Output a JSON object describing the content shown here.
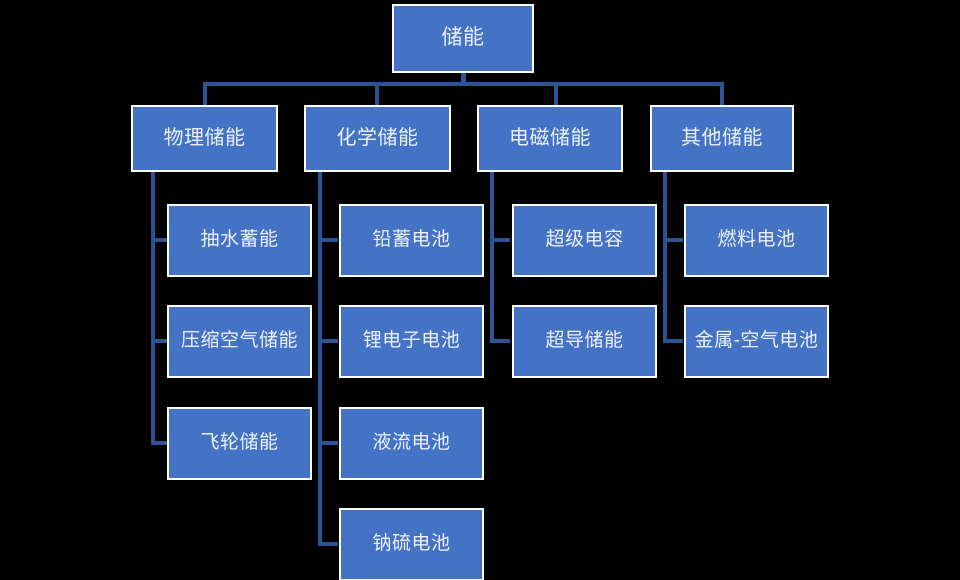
{
  "diagram": {
    "title": "储能",
    "type": "hierarchy-tree",
    "colors": {
      "background": "#000000",
      "node_fill": "#4472C4",
      "node_border": "#FFFFFF",
      "node_text": "#EAF0FA",
      "connector": "#2E5395"
    },
    "root": {
      "label": "储能"
    },
    "level2": [
      {
        "label": "物理储能"
      },
      {
        "label": "化学储能"
      },
      {
        "label": "电磁储能"
      },
      {
        "label": "其他储能"
      }
    ],
    "level3": {
      "physical": [
        {
          "label": "抽水蓄能"
        },
        {
          "label": "压缩空气储能"
        },
        {
          "label": "飞轮储能"
        }
      ],
      "chemical": [
        {
          "label": "铅蓄电池"
        },
        {
          "label": "锂电子电池"
        },
        {
          "label": "液流电池"
        },
        {
          "label": "钠硫电池"
        }
      ],
      "electromagnetic": [
        {
          "label": "超级电容"
        },
        {
          "label": "超导储能"
        }
      ],
      "other": [
        {
          "label": "燃料电池"
        },
        {
          "label": "金属-空气电池"
        }
      ]
    }
  }
}
